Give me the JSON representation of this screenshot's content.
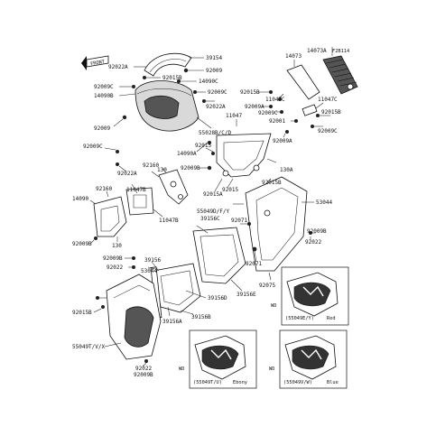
{
  "diagram": {
    "code": "F2B114",
    "front_label": "FRONT",
    "parts": {
      "p39154": "39154",
      "p92022a_top": "92022A",
      "p92009_a": "92009",
      "p92015b_a": "92015B",
      "p14090c_a": "14090C",
      "p92009c_a": "92009C",
      "p14090b": "14090B",
      "p92009c_b": "92009C",
      "p92022a_b": "92022A",
      "p92009_b": "92009",
      "p55028b": "55028B/C/D",
      "p92009c_c": "92009C",
      "p92022a_c": "92022A",
      "p14090a": "14090A",
      "p92160_a": "92160",
      "p130_a": "130",
      "p92009b_a": "92009B",
      "p14073": "14073",
      "p14073a": "14073A",
      "p92015b_b": "92015B",
      "p11047c_a": "11047C",
      "p92009a_a": "92009A",
      "p92009c_d": "92009C",
      "p11047": "11047",
      "p92001": "92001",
      "p11047c_b": "11047C",
      "p92015b_c": "92015B",
      "p92009c_e": "92009C",
      "p92015": "92015",
      "p92009a_b": "92009A",
      "p130a": "130A",
      "p92015a": "92015A",
      "p92015_b": "92015",
      "p92015b_d": "92015B",
      "p53044_a": "53044",
      "p92160_b": "92160",
      "p14090": "14090",
      "p11047b_a": "11047B",
      "p11047b_b": "11047B",
      "p55049d": "55049D/F/Y",
      "p39156c": "39156C",
      "p92071_a": "92071",
      "p92009b_b": "92009B",
      "p130_b": "130",
      "p39156": "39156",
      "p92009b_c": "92009B",
      "p92022": "92022",
      "p53044_b": "53044",
      "p92071_b": "92071",
      "p92075": "92075",
      "p92009b_d": "92009B",
      "p92022_b": "92022",
      "p39156d": "39156D",
      "p39156e": "39156E",
      "p39156b": "39156B",
      "p39156a": "39156A",
      "p92015b_e": "92015B",
      "p55049t": "55049T/V/X",
      "p92022_c": "92022",
      "p92009b_e": "92009B"
    },
    "insets": [
      {
        "code": "(55049E/Y)",
        "color": "Red",
        "side": "WD"
      },
      {
        "code": "(55049T/U)",
        "color": "Ebony",
        "side": "WD"
      },
      {
        "code": "(55049V/W)",
        "color": "Blue",
        "side": "WD"
      }
    ]
  }
}
